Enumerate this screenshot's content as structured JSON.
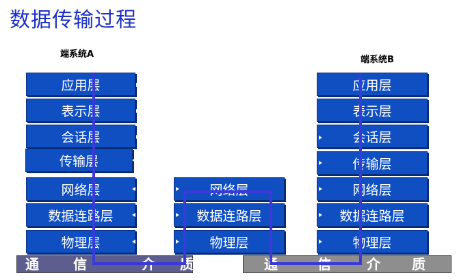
{
  "title": "数据传输过程",
  "system_a": {
    "label": "端系统A",
    "layers": [
      "应用层",
      "表示层",
      "会话层",
      "传输层",
      "网络层",
      "数据连路层",
      "物理层"
    ]
  },
  "router": {
    "layers": [
      "网络层",
      "数据连路层",
      "物理层"
    ]
  },
  "system_b": {
    "label": "端系统B",
    "layers": [
      "应用层",
      "表示层",
      "会话层",
      "传输层",
      "网络层",
      "数据连路层",
      "物理层"
    ]
  },
  "medium_left": {
    "chars": [
      "通",
      "信",
      "介",
      "质"
    ]
  },
  "medium_right": {
    "chars": [
      "通",
      "信",
      "介",
      "质"
    ]
  },
  "colors": {
    "layer_fill": "#0f4fc2",
    "flow_line": "#3a3ad8",
    "title": "#1c2fc8",
    "medium_left": "#5e5e8e",
    "medium_right": "#8e8e8e"
  }
}
